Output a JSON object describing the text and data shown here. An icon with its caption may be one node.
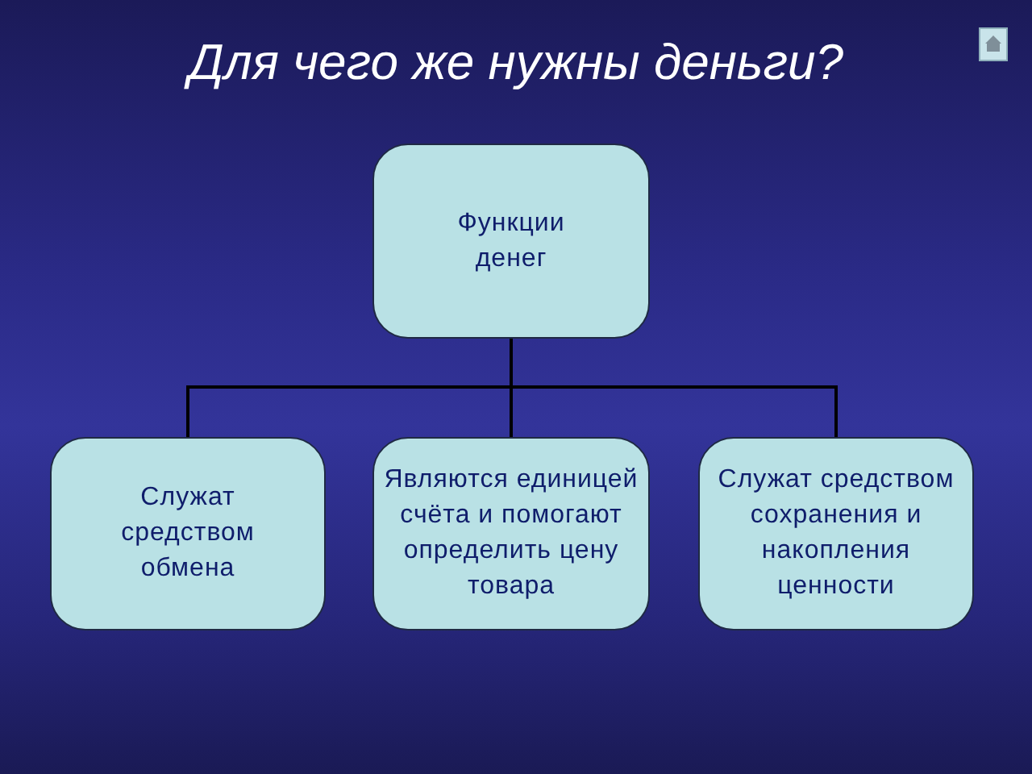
{
  "diagram": {
    "title": "Для чего же нужны деньги?",
    "nodes": [
      {
        "text": [
          "Функции денег"
        ]
      },
      {
        "text": [
          "Служат средством обмена"
        ]
      },
      {
        "text": [
          "Являются единицей счёта и помогают определить цену товара"
        ]
      },
      {
        "text": [
          "Служат средством сохранения и накопления ценности"
        ]
      }
    ],
    "edges": [
      {
        "from": 0,
        "to": 1,
        "arrow": "none"
      },
      {
        "from": 0,
        "to": 2,
        "arrow": "none"
      },
      {
        "from": 0,
        "to": 3,
        "arrow": "none"
      }
    ]
  }
}
